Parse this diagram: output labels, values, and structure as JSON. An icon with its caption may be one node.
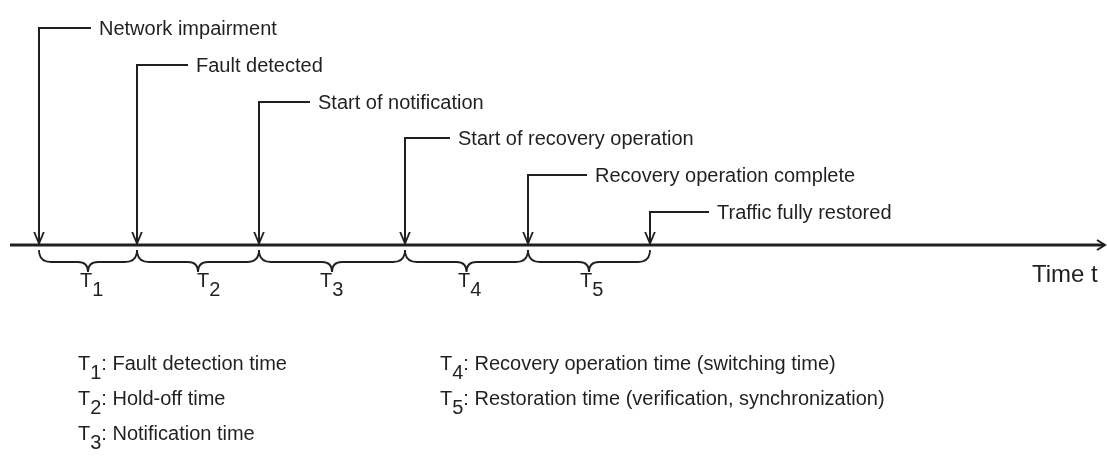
{
  "diagram": {
    "nodes": [
      {
        "text": [
          "Network impairment"
        ]
      },
      {
        "text": [
          "Fault detected"
        ]
      },
      {
        "text": [
          "Start of notification"
        ]
      },
      {
        "text": [
          "Start of recovery operation"
        ]
      },
      {
        "text": [
          "Recovery operation complete"
        ]
      },
      {
        "text": [
          "Traffic fully restored"
        ]
      },
      {
        "text": [],
        "shape": "bar",
        "beside": [
          "Time t"
        ]
      }
    ],
    "edges": [
      {
        "from": 0,
        "to": 6,
        "arrow": "to"
      },
      {
        "from": 1,
        "to": 6,
        "arrow": "to"
      },
      {
        "from": 2,
        "to": 6,
        "arrow": "to"
      },
      {
        "from": 3,
        "to": 6,
        "arrow": "to"
      },
      {
        "from": 4,
        "to": 6,
        "arrow": "to"
      },
      {
        "from": 5,
        "to": 6,
        "arrow": "to"
      }
    ],
    "labels": [
      "T$_{1}$",
      "T$_{2}$",
      "T$_{3}$",
      "T$_{4}$",
      "T$_{5}$",
      "T$_{1}$: Fault detection time",
      "T$_{4}$: Recovery operation time (switching time)",
      "T$_{2}$: Hold-off time",
      "T$_{5}$: Restoration time (verification, synchronization)",
      "T$_{3}$: Notification time"
    ]
  }
}
